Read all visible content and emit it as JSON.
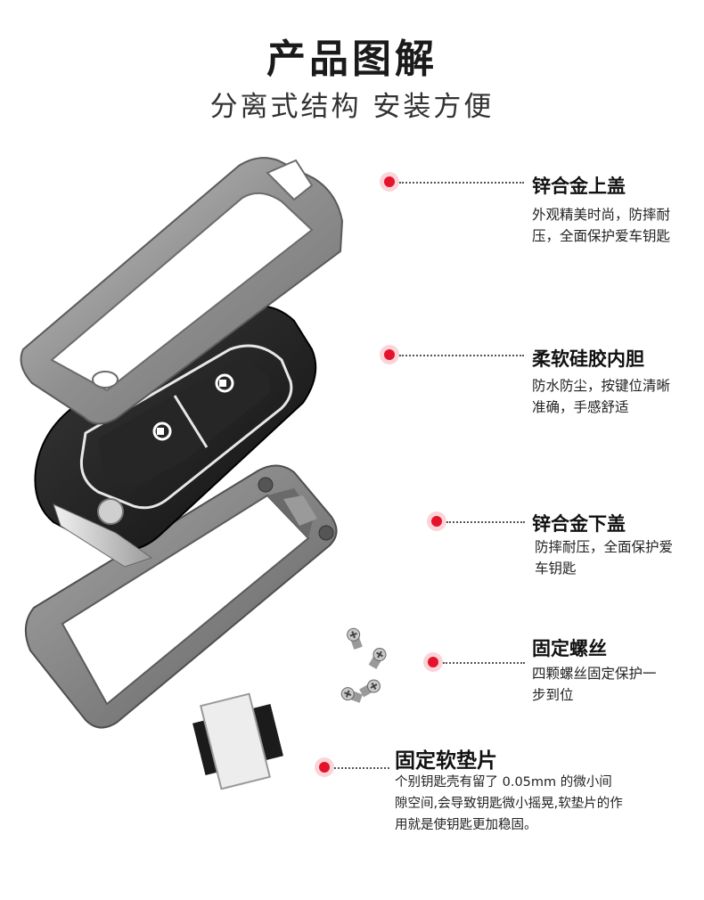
{
  "header": {
    "title": "产品图解",
    "subtitle": "分离式结构 安装方便"
  },
  "features": [
    {
      "title": "锌合金上盖",
      "desc": "外观精美时尚，防摔耐压，全面保护爱车钥匙"
    },
    {
      "title": "柔软硅胶内胆",
      "desc": "防水防尘，按键位清晰准确，手感舒适"
    },
    {
      "title": "锌合金下盖",
      "desc": "防摔耐压，全面保护爱车钥匙"
    },
    {
      "title": "固定螺丝",
      "desc": "四颗螺丝固定保护一步到位"
    },
    {
      "title": "固定软垫片",
      "desc": "个别钥匙壳有留了 0.05mm 的微小间隙空间,会导致钥匙微小摇晃,软垫片的作用就是使钥匙更加稳固。"
    }
  ],
  "colors": {
    "accent_dot": "#e4132b",
    "metal": "#8d8d8d",
    "rubber": "#1d1d1d"
  }
}
